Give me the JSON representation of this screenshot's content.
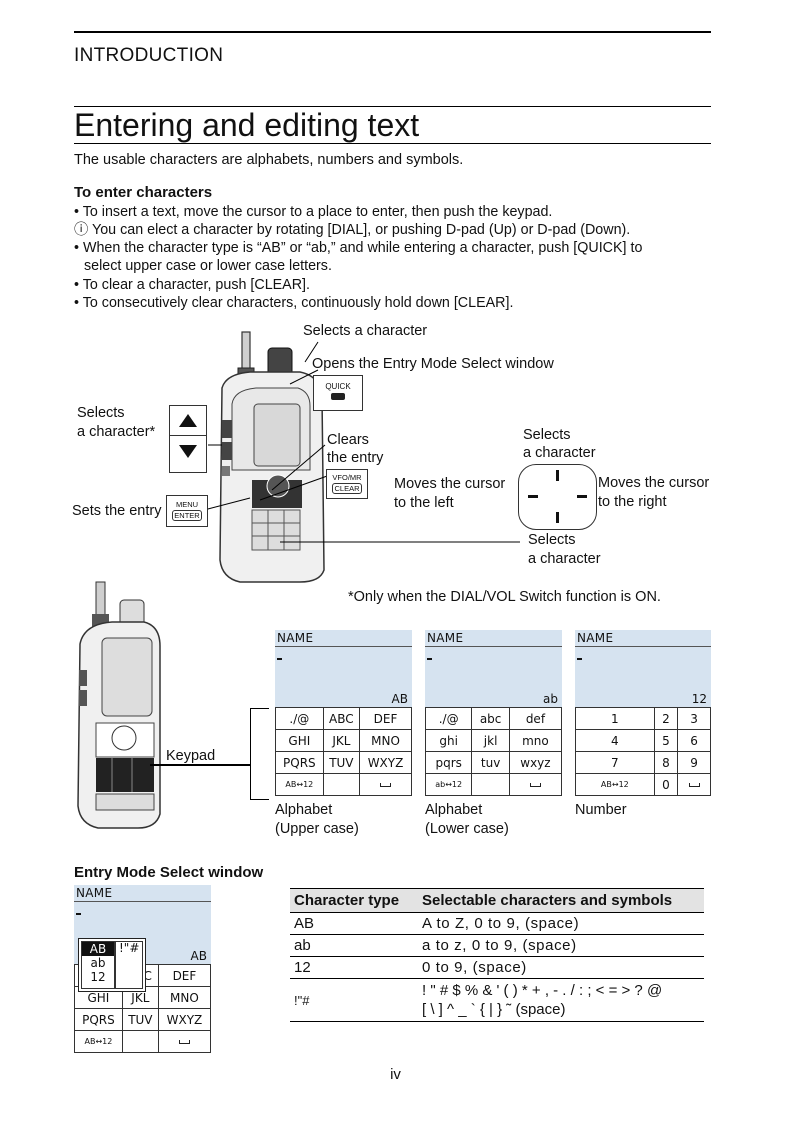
{
  "header": {
    "section": "INTRODUCTION"
  },
  "title": "Entering and editing text",
  "intro": "The usable characters are alphabets, numbers and symbols.",
  "enter_section": {
    "heading": "To enter characters",
    "lines": [
      "• To insert a text, move the cursor to a place to enter, then push the keypad.",
      "ⓘ You can elect a character by rotating [DIAL], or pushing D-pad (Up) or D-pad (Down).",
      "• When the character type is “AB” or “ab,” and while entering a character, push [QUICK] to",
      "select upper case or lower case letters.",
      "• To clear a character, push [CLEAR].",
      "• To consecutively clear characters, continuously hold down [CLEAR]."
    ]
  },
  "radio_diagram": {
    "selects_char_top": "Selects a character",
    "opens_entry": "Opens the Entry Mode Select window",
    "quick_key": "QUICK",
    "selects_char_side_1": "Selects",
    "selects_char_side_2": "a character*",
    "clears_1": "Clears",
    "clears_2": "the entry",
    "vfo_key": "VFO/MR",
    "clear_key": "CLEAR",
    "sets_entry": "Sets the entry",
    "menu_key": "MENU",
    "enter_key": "ENTER",
    "dpad_up_1": "Selects",
    "dpad_up_2": "a character",
    "dpad_left_1": "Moves the cursor",
    "dpad_left_2": "to the left",
    "dpad_right_1": "Moves the cursor",
    "dpad_right_2": "to the right",
    "dpad_down_1": "Selects",
    "dpad_down_2": "a character",
    "footnote": "*Only when the DIAL/VOL Switch function is ON."
  },
  "keypad_label": "Keypad",
  "screens": [
    {
      "name": "NAME",
      "mode": "AB",
      "keys": [
        [
          "./@",
          "ABC",
          "DEF"
        ],
        [
          "GHI",
          "JKL",
          "MNO"
        ],
        [
          "PQRS",
          "TUV",
          "WXYZ"
        ],
        [
          "AB↔12",
          "",
          ""
        ]
      ],
      "caption_1": "Alphabet",
      "caption_2": "(Upper case)"
    },
    {
      "name": "NAME",
      "mode": "ab",
      "keys": [
        [
          "./@",
          "abc",
          "def"
        ],
        [
          "ghi",
          "jkl",
          "mno"
        ],
        [
          "pqrs",
          "tuv",
          "wxyz"
        ],
        [
          "ab↔12",
          "",
          ""
        ]
      ],
      "caption_1": "Alphabet",
      "caption_2": "(Lower case)"
    },
    {
      "name": "NAME",
      "mode": "12",
      "keys": [
        [
          "1",
          "2",
          "3"
        ],
        [
          "4",
          "5",
          "6"
        ],
        [
          "7",
          "8",
          "9"
        ],
        [
          "AB↔12",
          "0",
          ""
        ]
      ],
      "caption_1": "Number",
      "caption_2": ""
    }
  ],
  "entry_mode": {
    "heading": "Entry Mode Select window",
    "screen_name": "NAME",
    "mode": "AB",
    "popup_items": [
      "AB",
      "ab",
      "12"
    ],
    "popup_symbol": "!\"#",
    "keys": [
      [
        "./@",
        "C",
        "DEF"
      ],
      [
        "GHI",
        "JKL",
        "MNO"
      ],
      [
        "PQRS",
        "TUV",
        "WXYZ"
      ],
      [
        "AB↔12",
        "",
        ""
      ]
    ]
  },
  "char_table": {
    "headers": [
      "Character type",
      "Selectable characters and symbols"
    ],
    "rows": [
      {
        "type": "AB",
        "chars": "A to Z, 0 to 9, (space)"
      },
      {
        "type": "ab",
        "chars": "a to z, 0 to 9, (space)"
      },
      {
        "type": "12",
        "chars": "0 to 9, (space)"
      },
      {
        "type": "!\"#",
        "chars_1": "! \" # $ % & ' ( ) * + , - . / : ; < = > ? @",
        "chars_2": "[ \\ ] ^ _ ` { | } ˜ (space)"
      }
    ]
  },
  "page_number": "iv"
}
